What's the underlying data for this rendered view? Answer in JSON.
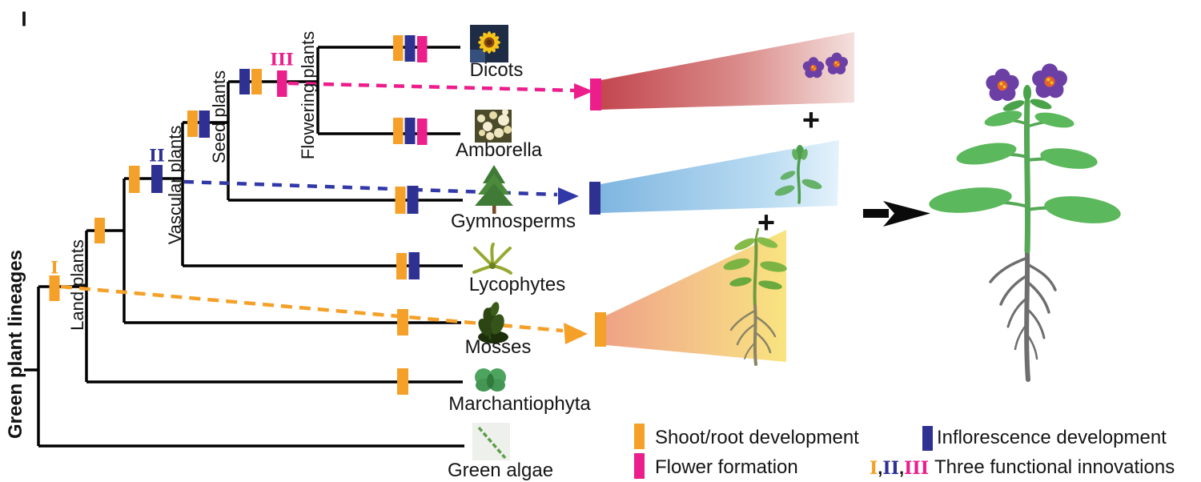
{
  "panel": {
    "label": "I"
  },
  "tree": {
    "axis_label": "Green plant lineages",
    "clade_labels": {
      "land_plants": "Land plants",
      "vascular_plants": "Vascular plants",
      "seed_plants": "Seed plants",
      "flowering_plants": "Flowering plants"
    },
    "taxa": {
      "dicots": "Dicots",
      "amborella": "Amborella",
      "gymnosperms": "Gymnosperms",
      "lycophytes": "Lycophytes",
      "mosses": "Mosses",
      "marchantiophyta": "Marchantiophyta",
      "green_algae": "Green algae"
    }
  },
  "markers": {
    "innovation_1": "I",
    "innovation_2": "II",
    "innovation_3": "III",
    "separator": ","
  },
  "annotations": {
    "plus_top": "+",
    "plus_bottom": "+"
  },
  "legend": {
    "shoot_root": {
      "label": "Shoot/root development",
      "color": "#F5A028"
    },
    "flower": {
      "label": "Flower formation",
      "color": "#EB1E8C"
    },
    "inflorescence": {
      "label": "Inflorescence development",
      "color": "#2E3192"
    },
    "innovations": {
      "label": "Three functional innovations"
    }
  },
  "colors": {
    "shoot_root_orange": "#F5A028",
    "flower_pink": "#EB1E8C",
    "inflorescence_blue": "#2E3192",
    "branch_black": "#000000",
    "cone_red_start": "#C3474F",
    "cone_blue_start": "#7FB6E0",
    "cone_yellow_start": "#EFA386"
  }
}
